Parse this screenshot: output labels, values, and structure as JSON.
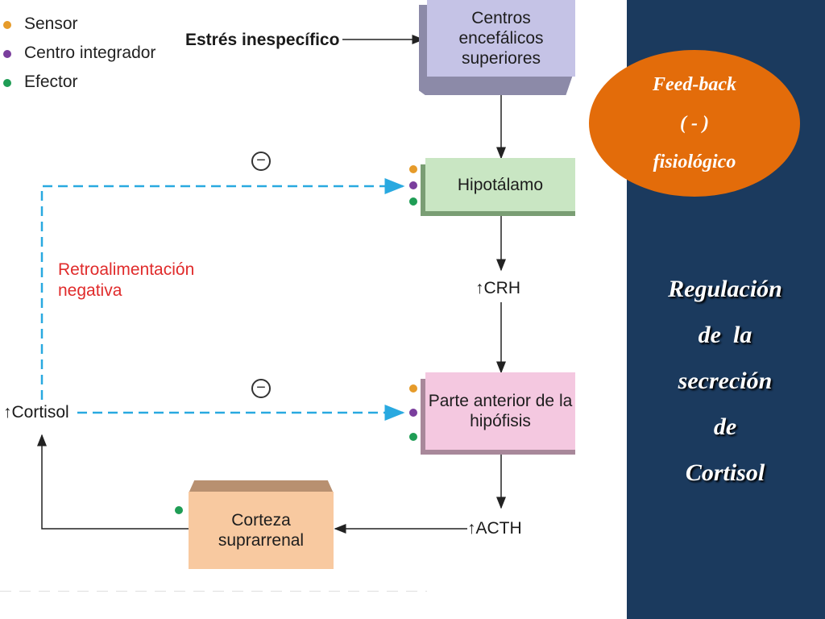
{
  "legend": {
    "items": [
      {
        "label": "Sensor",
        "color": "#e69b2a"
      },
      {
        "label": "Centro integrador",
        "color": "#7a3e9d"
      },
      {
        "label": "Efector",
        "color": "#1f9d55"
      }
    ]
  },
  "diagram": {
    "stress_label": "Estrés inespecífico",
    "nodes": {
      "centros": "Centros encefálicos superiores",
      "hipotalamo": "Hipotálamo",
      "crh": "CRH",
      "hipofisis": "Parte anterior de la hipófisis",
      "acth": "ACTH",
      "corteza": "Corteza suprarrenal",
      "cortisol": "Cortisol"
    },
    "retro_label": "Retroalimentación negativa",
    "inhibition_symbol": "−",
    "increase_symbol": "↑",
    "colors": {
      "centros_box": "#c5c3e6",
      "hipotalamo_box": "#c9e6c3",
      "hipofisis_box": "#f4c8e0",
      "corteza_box": "#f8c9a0",
      "feedback_line": "#29a9e0",
      "retro_text": "#e02b2b"
    }
  },
  "sidebar": {
    "feedback_lines": [
      "Feed-back",
      "( - )",
      "fisiológico"
    ],
    "title_lines": [
      "Regulación",
      "de  la",
      "secreción",
      "de",
      "Cortisol"
    ],
    "colors": {
      "background": "#1b3a5e",
      "bubble": "#e36c0a"
    }
  }
}
